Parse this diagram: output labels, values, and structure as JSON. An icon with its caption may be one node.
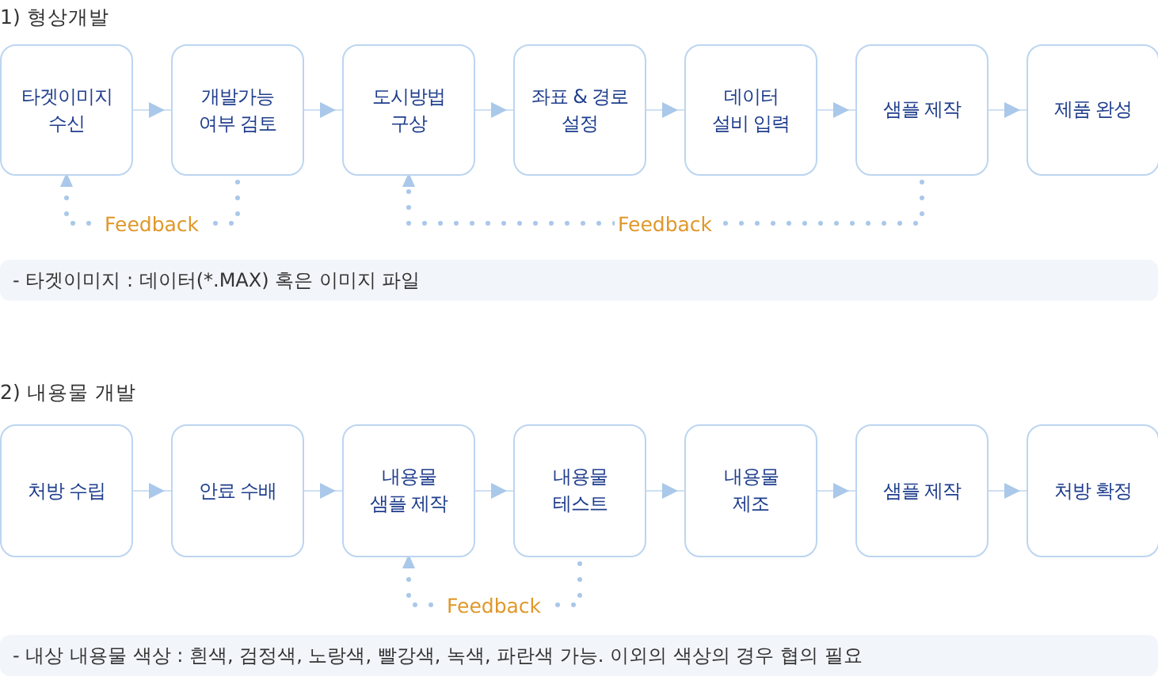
{
  "diagram": {
    "nodes": [
      {
        "text": [
          "타겟이미지 수신"
        ]
      },
      {
        "text": [
          "개발가능 여부 검토"
        ]
      },
      {
        "text": [
          "도시방법 구상"
        ]
      },
      {
        "text": [
          "좌표 & 경로 설정"
        ]
      },
      {
        "text": [
          "데이터 설비 입력"
        ]
      },
      {
        "text": [
          "샘플 제작"
        ]
      },
      {
        "text": [
          "제품 완성"
        ]
      },
      {
        "text": [
          "- 타겟이미지 : 데이터(*.MAX) 혹은 이미지 파일"
        ]
      },
      {
        "text": [
          "처방 수립"
        ]
      },
      {
        "text": [
          "안료 수배"
        ]
      },
      {
        "text": [
          "내용물 샘플 제작"
        ]
      },
      {
        "text": [
          "내용물 테스트"
        ]
      },
      {
        "text": [
          "내용물 제조"
        ]
      },
      {
        "text": [
          "샘플 제작"
        ]
      },
      {
        "text": [
          "처방 확정"
        ]
      },
      {
        "text": [
          "- 내상 내용물 색상 : 흰색, 검정색, 노랑색, 빨강색, 녹색, 파란색 가능. 이외의 색상의 경우 협의 필요"
        ]
      }
    ],
    "edges": [
      {
        "from": 0,
        "to": 1,
        "arrow": "to"
      },
      {
        "from": 1,
        "to": 2,
        "arrow": "to"
      },
      {
        "from": 2,
        "to": 3,
        "arrow": "to"
      },
      {
        "from": 3,
        "to": 4,
        "arrow": "to"
      },
      {
        "from": 4,
        "to": 5,
        "arrow": "to"
      },
      {
        "from": 5,
        "to": 6,
        "arrow": "to"
      },
      {
        "from": 1,
        "to": 0,
        "arrow": "to",
        "style": "dashed",
        "label": "Feedback"
      },
      {
        "from": 5,
        "to": 2,
        "arrow": "to",
        "style": "dashed",
        "label": "Feedback"
      },
      {
        "from": 8,
        "to": 9,
        "arrow": "to"
      },
      {
        "from": 9,
        "to": 10,
        "arrow": "to"
      },
      {
        "from": 10,
        "to": 11,
        "arrow": "to"
      },
      {
        "from": 11,
        "to": 12,
        "arrow": "to"
      },
      {
        "from": 12,
        "to": 13,
        "arrow": "to"
      },
      {
        "from": 13,
        "to": 14,
        "arrow": "to"
      },
      {
        "from": 11,
        "to": 10,
        "arrow": "to",
        "style": "dashed",
        "label": "Feedback"
      }
    ],
    "labels": [
      "1) 형상개발",
      "2) 내용물 개발"
    ]
  }
}
